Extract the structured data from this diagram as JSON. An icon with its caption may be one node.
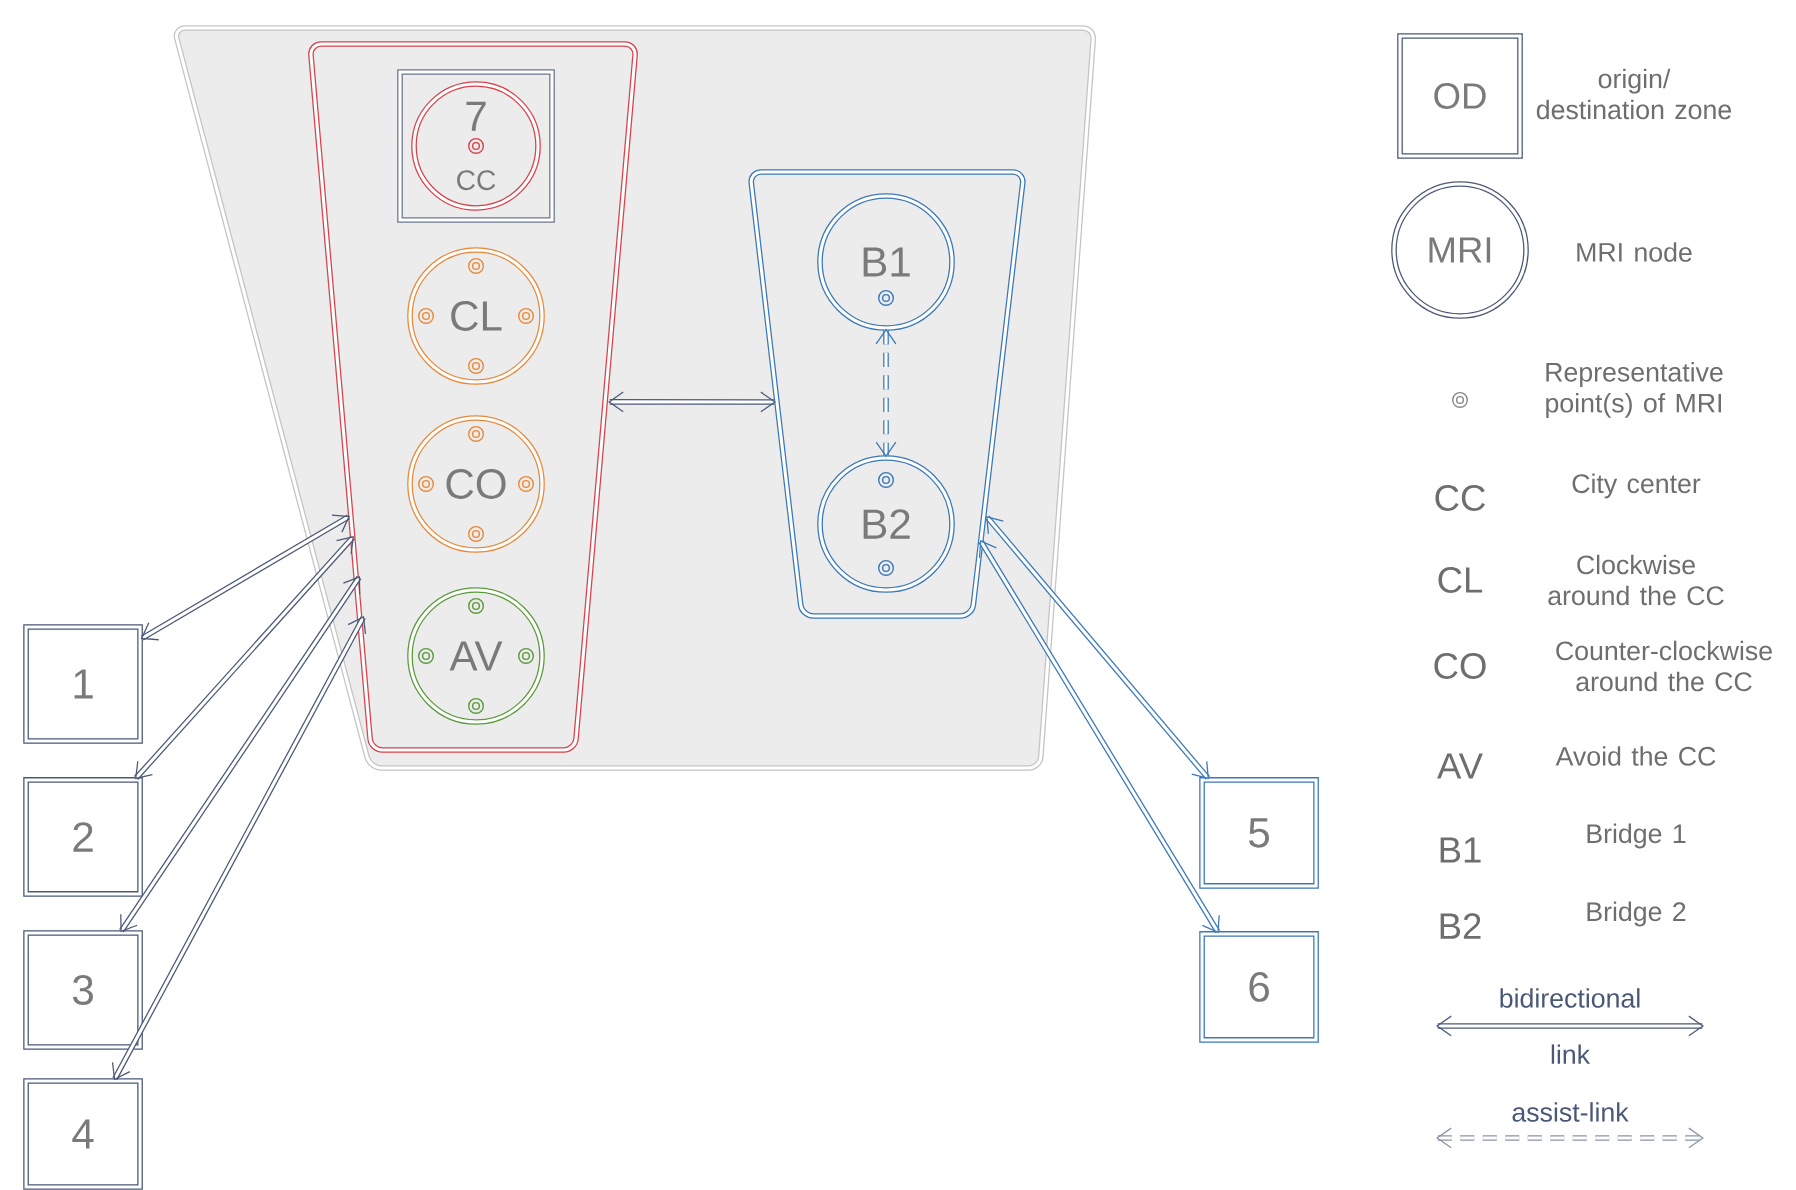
{
  "diagram": {
    "nodes": [
      {
        "text": [],
        "shape": "trapezoid"
      },
      {
        "text": [],
        "shape": "trapezoid",
        "in": 0
      },
      {
        "text": [],
        "shape": "box",
        "in": 1
      },
      {
        "text": [
          "7",
          "CC"
        ],
        "in": 2
      },
      {
        "text": [
          "CL"
        ],
        "in": 1
      },
      {
        "text": [
          "CO"
        ],
        "in": 1
      },
      {
        "text": [
          "AV"
        ],
        "in": 1
      },
      {
        "text": [],
        "shape": "trapezoid",
        "in": 0
      },
      {
        "text": [
          "B1"
        ],
        "in": 7
      },
      {
        "text": [
          "B2"
        ],
        "in": 7
      },
      {
        "text": [
          "1"
        ]
      },
      {
        "text": [
          "2"
        ]
      },
      {
        "text": [
          "3"
        ]
      },
      {
        "text": [
          "4"
        ]
      },
      {
        "text": [
          "5"
        ]
      },
      {
        "text": [
          "6"
        ]
      },
      {
        "text": [
          "OD"
        ]
      },
      {
        "text": [
          "MRI"
        ]
      }
    ],
    "edges": [
      {
        "from": 1,
        "to": 7,
        "arrow": "both"
      },
      {
        "from": 8,
        "to": 9,
        "arrow": "both",
        "style": "dashed",
        "color": "#3a78b8"
      },
      {
        "from": 10,
        "to": 1,
        "arrow": "both"
      },
      {
        "from": 11,
        "to": 1,
        "arrow": "both"
      },
      {
        "from": 12,
        "to": 1,
        "arrow": "both"
      },
      {
        "from": 13,
        "to": 1,
        "arrow": "both"
      },
      {
        "from": 14,
        "to": 7,
        "arrow": "both",
        "color": "#3a78b8"
      },
      {
        "from": 15,
        "to": 7,
        "arrow": "both",
        "color": "#3a78b8"
      }
    ],
    "labels": [
      "CC",
      "CL",
      "CO",
      "AV",
      "B1",
      "B2"
    ],
    "legend": [
      {
        "text": "origin/ destination zone"
      },
      {
        "text": "MRI node"
      },
      {
        "text": "Representative point(s) of MRI"
      },
      {
        "text": "City center"
      },
      {
        "text": "Clockwise around the CC"
      },
      {
        "text": "Counter-clockwise around the CC"
      },
      {
        "text": "Avoid the CC"
      },
      {
        "text": "Bridge 1"
      },
      {
        "text": "Bridge 2"
      },
      {
        "text": "bidirectional link"
      },
      {
        "text": "assist-link"
      }
    ]
  }
}
